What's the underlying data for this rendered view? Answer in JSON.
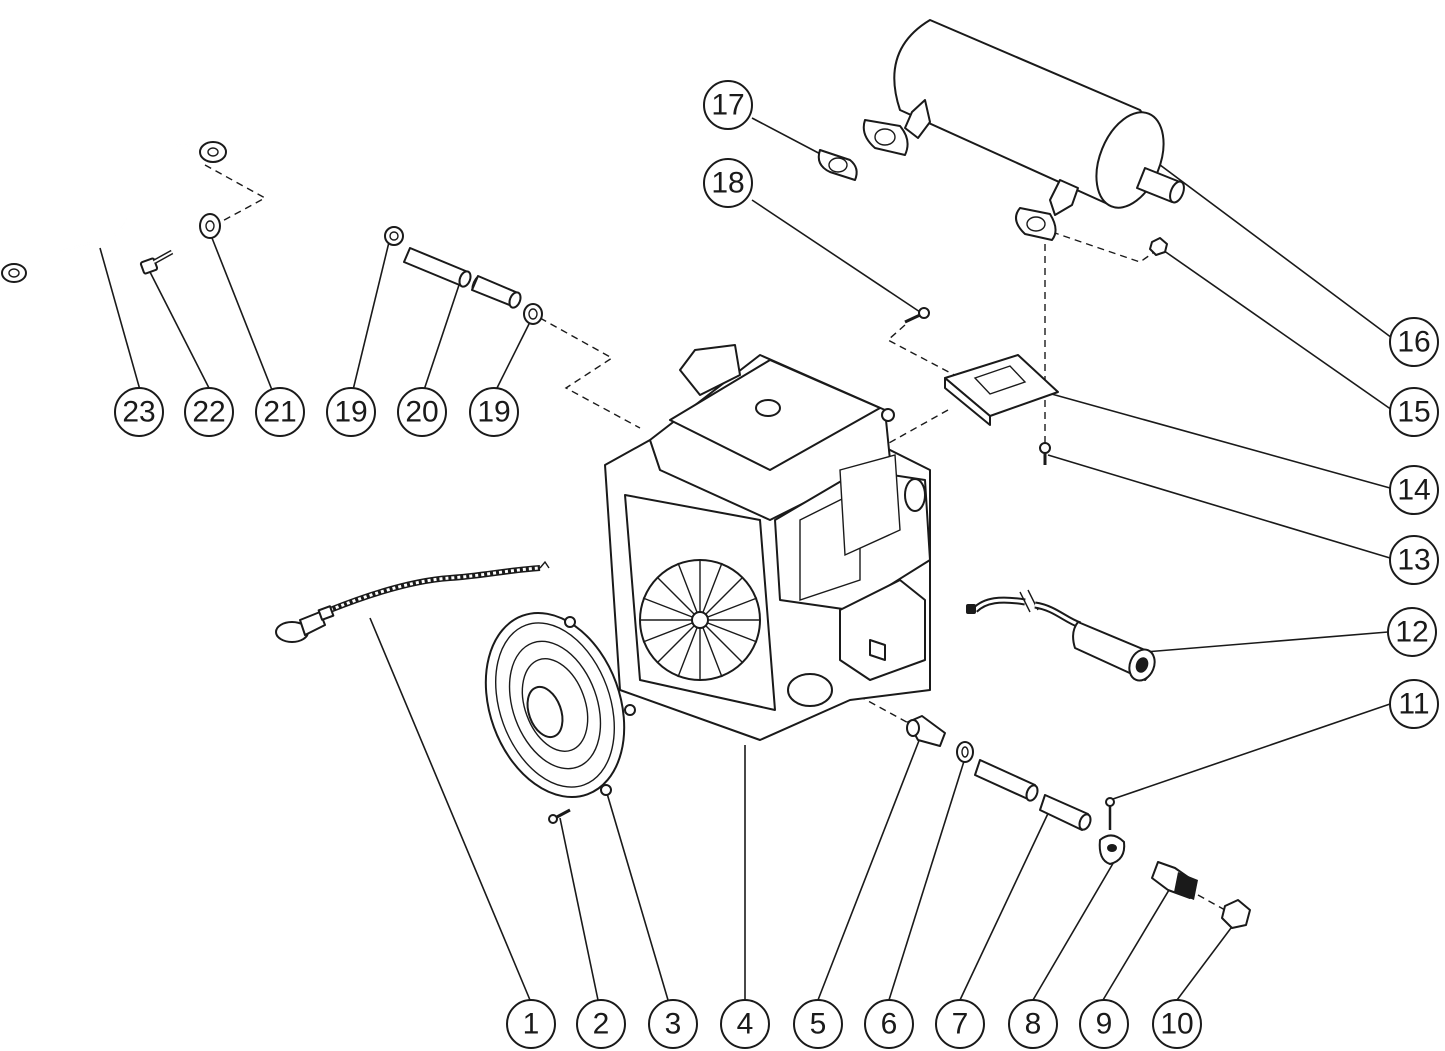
{
  "diagram": {
    "callouts": [
      {
        "label": "1"
      },
      {
        "label": "2"
      },
      {
        "label": "3"
      },
      {
        "label": "4"
      },
      {
        "label": "5"
      },
      {
        "label": "6"
      },
      {
        "label": "7"
      },
      {
        "label": "8"
      },
      {
        "label": "9"
      },
      {
        "label": "10"
      },
      {
        "label": "11"
      },
      {
        "label": "12"
      },
      {
        "label": "13"
      },
      {
        "label": "14"
      },
      {
        "label": "15"
      },
      {
        "label": "16"
      },
      {
        "label": "17"
      },
      {
        "label": "18"
      },
      {
        "label": "19"
      },
      {
        "label": "20"
      },
      {
        "label": "19"
      },
      {
        "label": "21"
      },
      {
        "label": "22"
      },
      {
        "label": "23"
      }
    ],
    "colors": {
      "ink": "#1a1a1a",
      "paper": "#ffffff",
      "shade": "#cfcfcf"
    }
  }
}
